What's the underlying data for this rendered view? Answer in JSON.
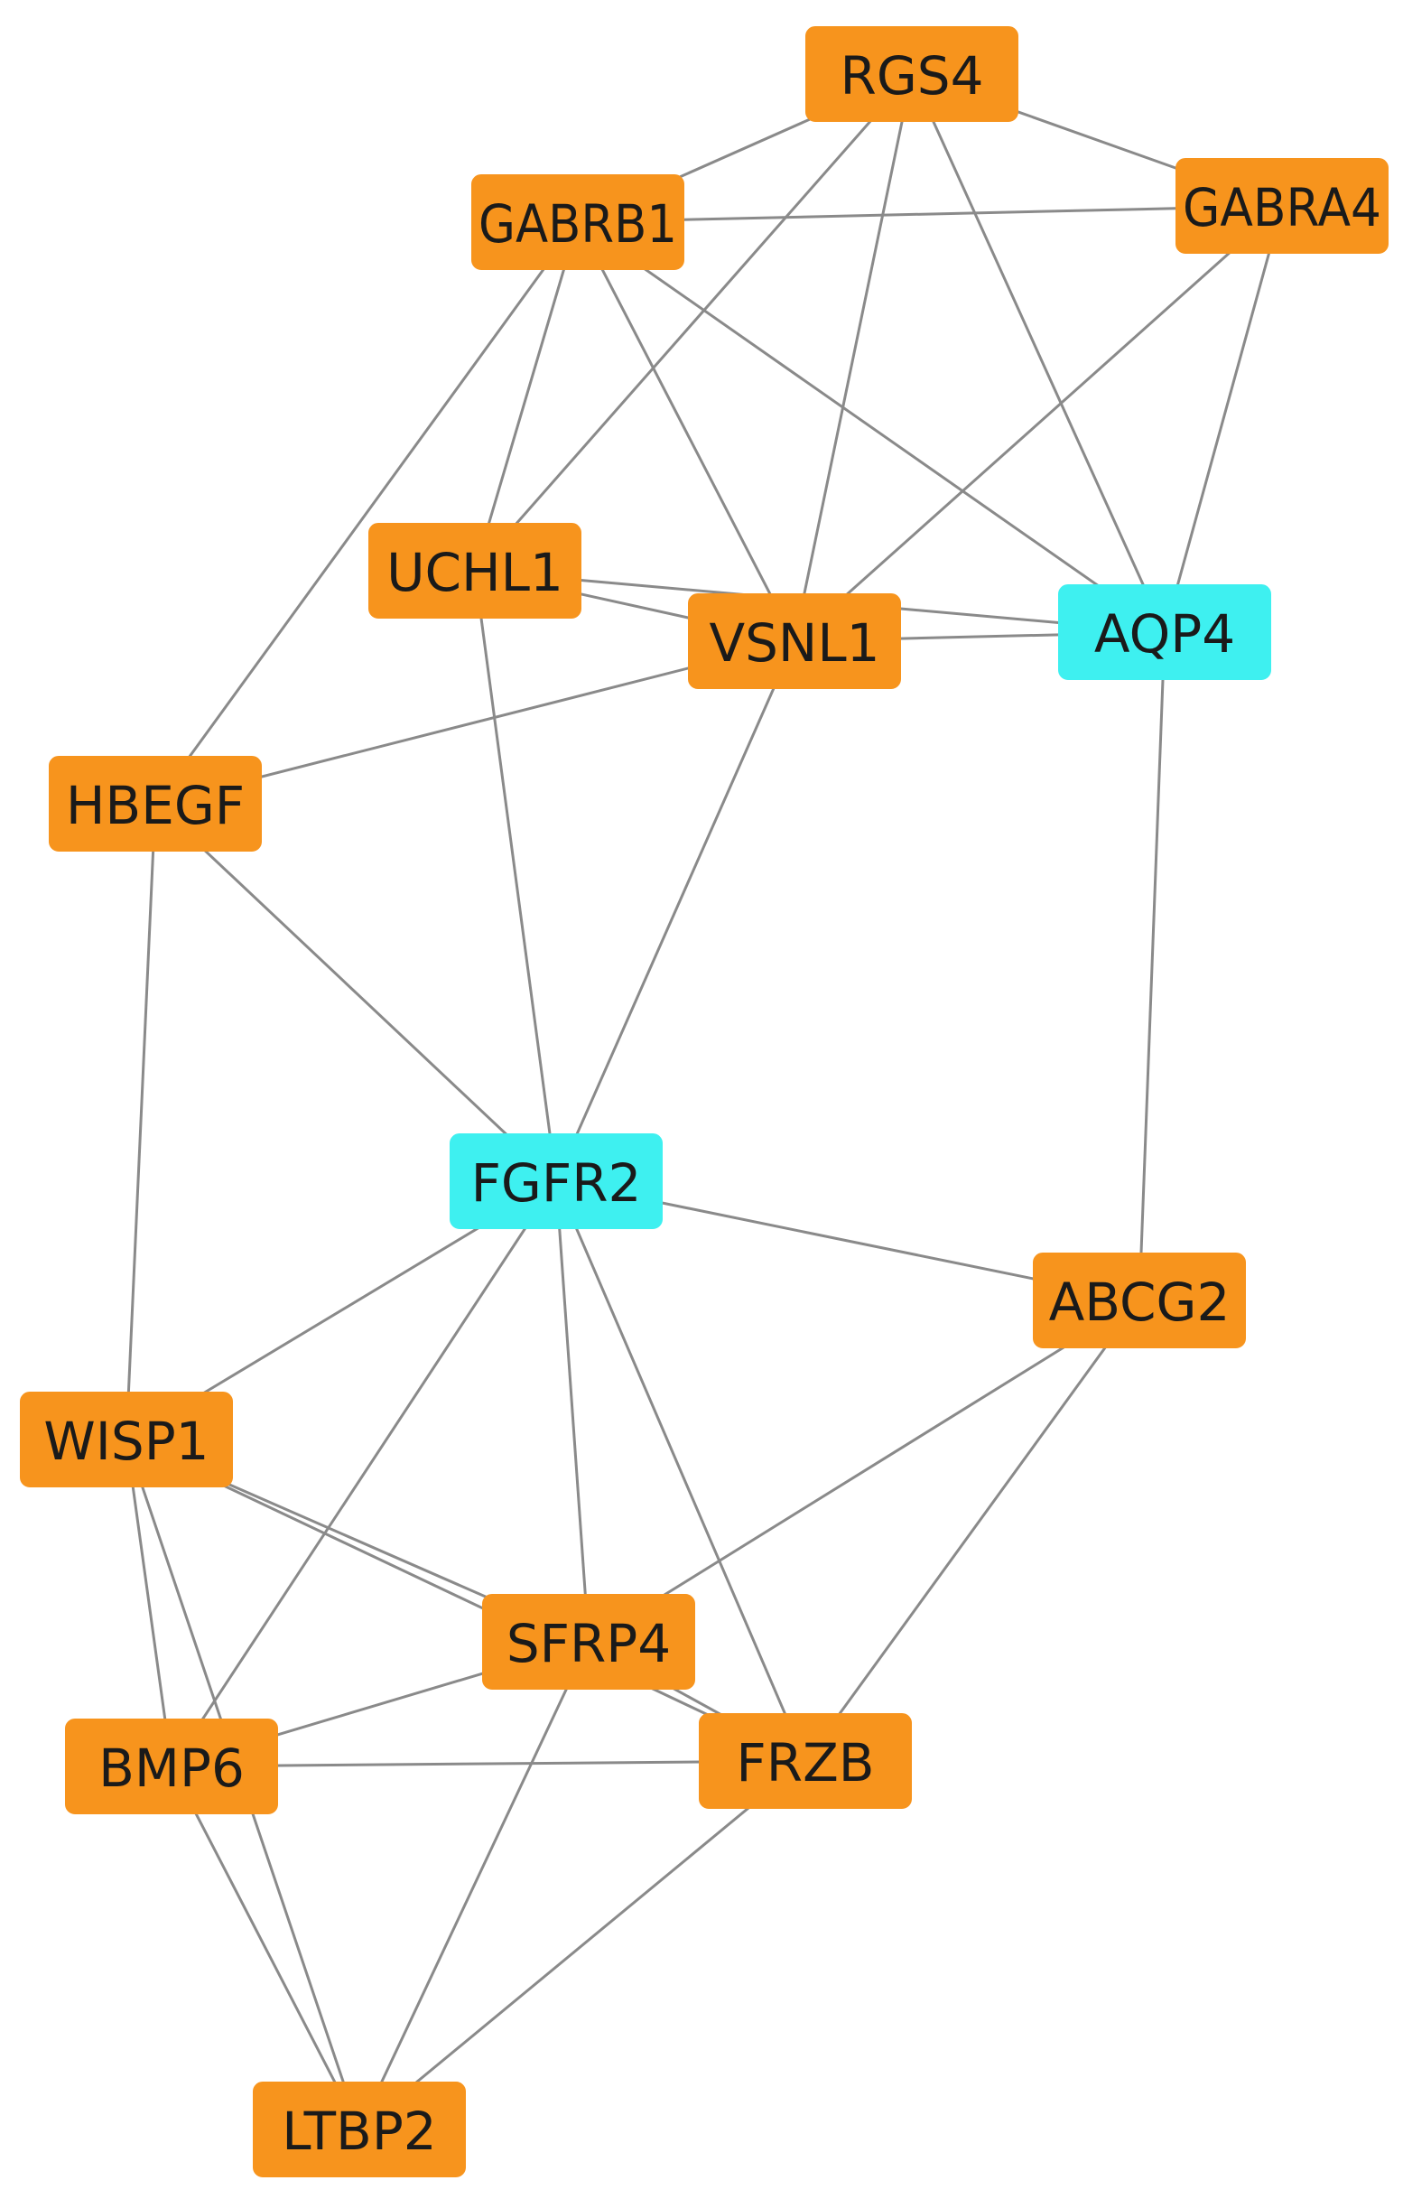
{
  "colors": {
    "default_node": "#F7941D",
    "highlight_node": "#3EF0F0",
    "edge": "#8a8a8a",
    "label": "#1a1a1a"
  },
  "nodes": [
    {
      "id": "RGS4",
      "label": "RGS4",
      "highlight": false
    },
    {
      "id": "GABRB1",
      "label": "GABRB1",
      "highlight": false
    },
    {
      "id": "GABRA4",
      "label": "GABRA4",
      "highlight": false
    },
    {
      "id": "UCHL1",
      "label": "UCHL1",
      "highlight": false
    },
    {
      "id": "VSNL1",
      "label": "VSNL1",
      "highlight": false
    },
    {
      "id": "AQP4",
      "label": "AQP4",
      "highlight": true
    },
    {
      "id": "HBEGF",
      "label": "HBEGF",
      "highlight": false
    },
    {
      "id": "FGFR2",
      "label": "FGFR2",
      "highlight": true
    },
    {
      "id": "ABCG2",
      "label": "ABCG2",
      "highlight": false
    },
    {
      "id": "WISP1",
      "label": "WISP1",
      "highlight": false
    },
    {
      "id": "SFRP4",
      "label": "SFRP4",
      "highlight": false
    },
    {
      "id": "BMP6",
      "label": "BMP6",
      "highlight": false
    },
    {
      "id": "FRZB",
      "label": "FRZB",
      "highlight": false
    },
    {
      "id": "LTBP2",
      "label": "LTBP2",
      "highlight": false
    }
  ],
  "edges": [
    [
      "RGS4",
      "GABRB1"
    ],
    [
      "RGS4",
      "GABRA4"
    ],
    [
      "RGS4",
      "UCHL1"
    ],
    [
      "RGS4",
      "VSNL1"
    ],
    [
      "RGS4",
      "AQP4"
    ],
    [
      "GABRB1",
      "GABRA4"
    ],
    [
      "GABRB1",
      "UCHL1"
    ],
    [
      "GABRB1",
      "VSNL1"
    ],
    [
      "GABRB1",
      "AQP4"
    ],
    [
      "GABRB1",
      "HBEGF"
    ],
    [
      "GABRA4",
      "VSNL1"
    ],
    [
      "GABRA4",
      "AQP4"
    ],
    [
      "UCHL1",
      "VSNL1"
    ],
    [
      "UCHL1",
      "AQP4"
    ],
    [
      "UCHL1",
      "FGFR2"
    ],
    [
      "VSNL1",
      "AQP4"
    ],
    [
      "VSNL1",
      "HBEGF"
    ],
    [
      "VSNL1",
      "FGFR2"
    ],
    [
      "AQP4",
      "ABCG2"
    ],
    [
      "HBEGF",
      "FGFR2"
    ],
    [
      "HBEGF",
      "WISP1"
    ],
    [
      "FGFR2",
      "ABCG2"
    ],
    [
      "FGFR2",
      "WISP1"
    ],
    [
      "FGFR2",
      "SFRP4"
    ],
    [
      "FGFR2",
      "BMP6"
    ],
    [
      "FGFR2",
      "FRZB"
    ],
    [
      "ABCG2",
      "SFRP4"
    ],
    [
      "ABCG2",
      "FRZB"
    ],
    [
      "WISP1",
      "SFRP4"
    ],
    [
      "WISP1",
      "FRZB"
    ],
    [
      "WISP1",
      "BMP6"
    ],
    [
      "WISP1",
      "LTBP2"
    ],
    [
      "SFRP4",
      "BMP6"
    ],
    [
      "SFRP4",
      "FRZB"
    ],
    [
      "SFRP4",
      "LTBP2"
    ],
    [
      "BMP6",
      "FRZB"
    ],
    [
      "BMP6",
      "LTBP2"
    ],
    [
      "FRZB",
      "LTBP2"
    ]
  ]
}
